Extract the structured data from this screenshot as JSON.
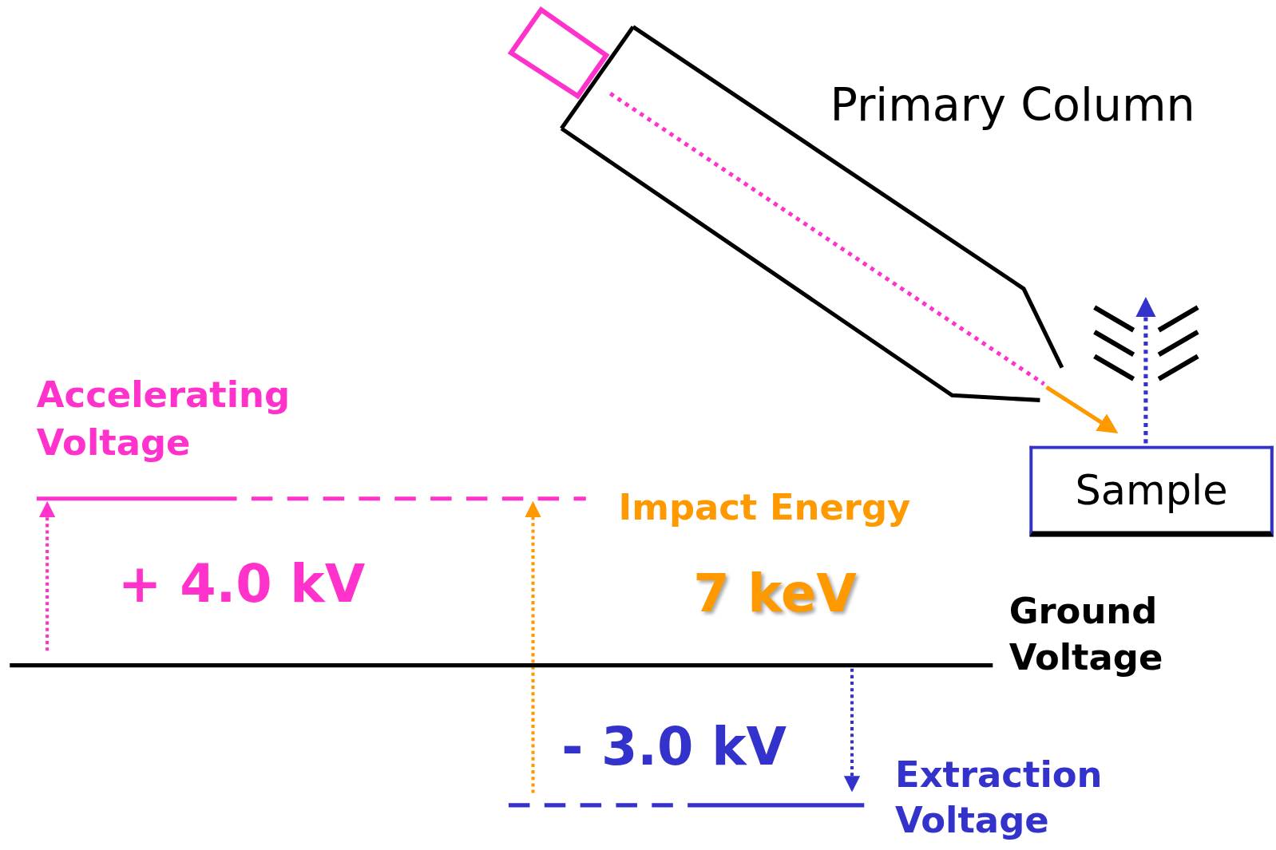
{
  "diagram": {
    "nodes": [
      {
        "text": [
          "Sample"
        ]
      }
    ],
    "labels": [
      "Primary Column",
      "Accelerating Voltage",
      "+ 4.0 kV",
      "Impact Energy",
      "7 keV",
      "Ground Voltage",
      "- 3.0 kV",
      "Extraction Voltage"
    ]
  }
}
